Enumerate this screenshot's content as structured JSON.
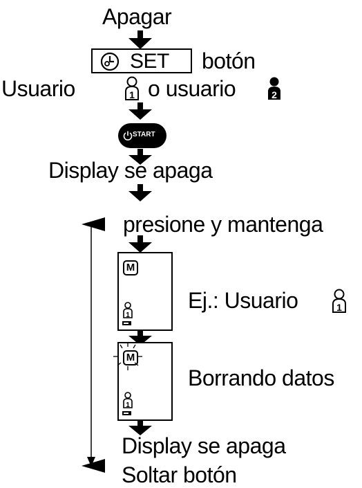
{
  "steps": {
    "power_off": "Apagar",
    "set_label": "SET",
    "button_word": "botón",
    "user_choice_prefix": "Usuario",
    "user_choice_or": "o usuario",
    "start_label": "START",
    "display_off_1": "Display se apaga",
    "press_hold": "presione y mantenga",
    "example_user": "Ej.: Usuario",
    "erasing": "Borrando datos",
    "display_off_2": "Display se apaga",
    "release_button": "Soltar botón"
  },
  "lcd": {
    "memory_symbol": "M",
    "user_number": "1"
  },
  "icons": {
    "user1": "user-1-outline-icon",
    "user2": "user-2-filled-icon",
    "clock": "clock-person-icon",
    "power": "power-icon",
    "battery": "battery-icon"
  },
  "colors": {
    "ink": "#000000",
    "background": "#ffffff"
  }
}
